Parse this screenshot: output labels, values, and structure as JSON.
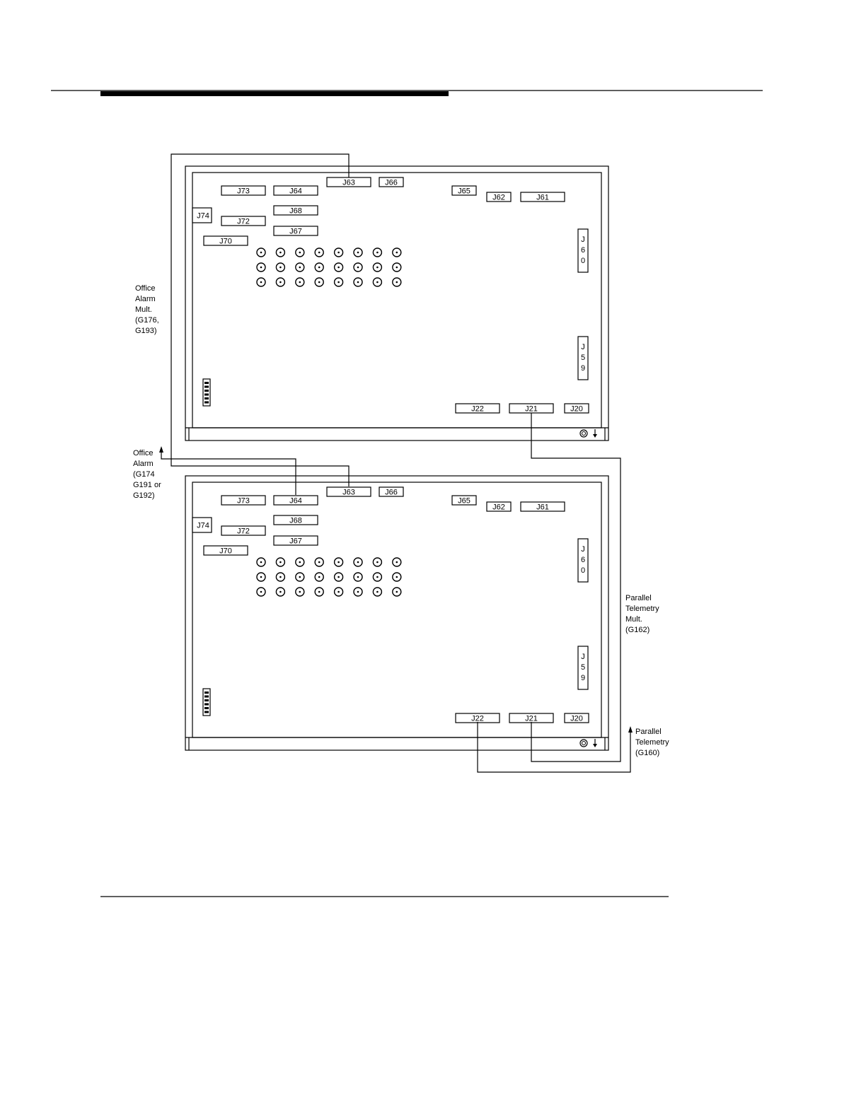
{
  "rules": {
    "header_bar_color": "#000000"
  },
  "shelves": [
    {
      "connectors": {
        "J73": "J73",
        "J64": "J64",
        "J63": "J63",
        "J66": "J66",
        "J65": "J65",
        "J62": "J62",
        "J61": "J61",
        "J74": "J74",
        "J68": "J68",
        "J72": "J72",
        "J67": "J67",
        "J70": "J70",
        "J60": [
          "J",
          "6",
          "0"
        ],
        "J59": [
          "J",
          "5",
          "9"
        ],
        "J22": "J22",
        "J21": "J21",
        "J20": "J20"
      }
    },
    {
      "connectors": {
        "J73": "J73",
        "J64": "J64",
        "J63": "J63",
        "J66": "J66",
        "J65": "J65",
        "J62": "J62",
        "J61": "J61",
        "J74": "J74",
        "J68": "J68",
        "J72": "J72",
        "J67": "J67",
        "J70": "J70",
        "J60": [
          "J",
          "6",
          "0"
        ],
        "J59": [
          "J",
          "5",
          "9"
        ],
        "J22": "J22",
        "J21": "J21",
        "J20": "J20"
      }
    }
  ],
  "annotations": {
    "office_alarm_mult": [
      "Office",
      "Alarm",
      "Mult.",
      "(G176,",
      "G193)"
    ],
    "office_alarm": [
      "Office",
      "Alarm",
      "(G174",
      "G191 or",
      "G192)"
    ],
    "parallel_telemetry_mult": [
      "Parallel",
      "Telemetry",
      "Mult.",
      "(G162)"
    ],
    "parallel_telemetry": [
      "Parallel",
      "Telemetry",
      "(G160)"
    ]
  }
}
